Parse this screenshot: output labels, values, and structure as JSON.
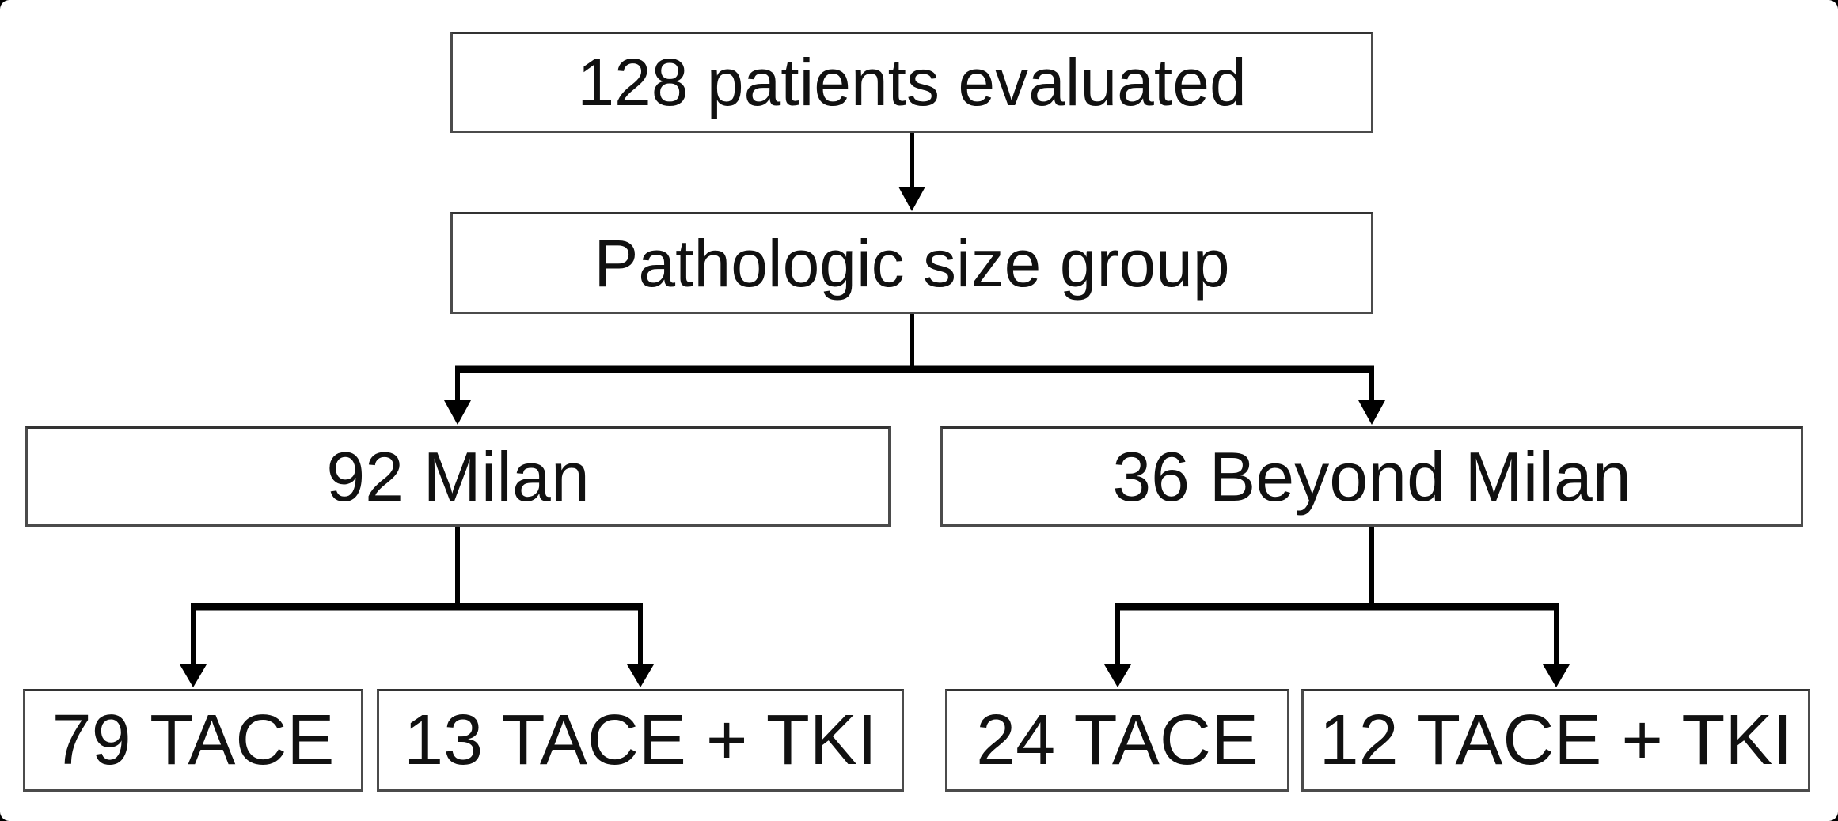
{
  "figure": {
    "type": "flowchart",
    "description": "Patient flow by pathologic size group and treatment",
    "nodes": {
      "evaluated": {
        "label": "128 patients evaluated",
        "count": 128
      },
      "size_group": {
        "label": "Pathologic size group"
      },
      "milan": {
        "label": "92 Milan",
        "count": 92
      },
      "beyond_milan": {
        "label": "36 Beyond Milan",
        "count": 36
      },
      "milan_tace": {
        "label": "79 TACE",
        "count": 79
      },
      "milan_tace_tki": {
        "label": "13 TACE + TKI",
        "count": 13
      },
      "beyond_tace": {
        "label": "24 TACE",
        "count": 24
      },
      "beyond_tace_tki": {
        "label": "12 TACE + TKI",
        "count": 12
      }
    },
    "edges": [
      {
        "from": "evaluated",
        "to": "size_group"
      },
      {
        "from": "size_group",
        "to": "milan"
      },
      {
        "from": "size_group",
        "to": "beyond_milan"
      },
      {
        "from": "milan",
        "to": "milan_tace"
      },
      {
        "from": "milan",
        "to": "milan_tace_tki"
      },
      {
        "from": "beyond_milan",
        "to": "beyond_tace"
      },
      {
        "from": "beyond_milan",
        "to": "beyond_tace_tki"
      }
    ],
    "colors": {
      "background": "#ffffff",
      "frame": "#000000",
      "box_border": "#4b4b4b",
      "line": "#000000",
      "text": "#111111"
    }
  }
}
